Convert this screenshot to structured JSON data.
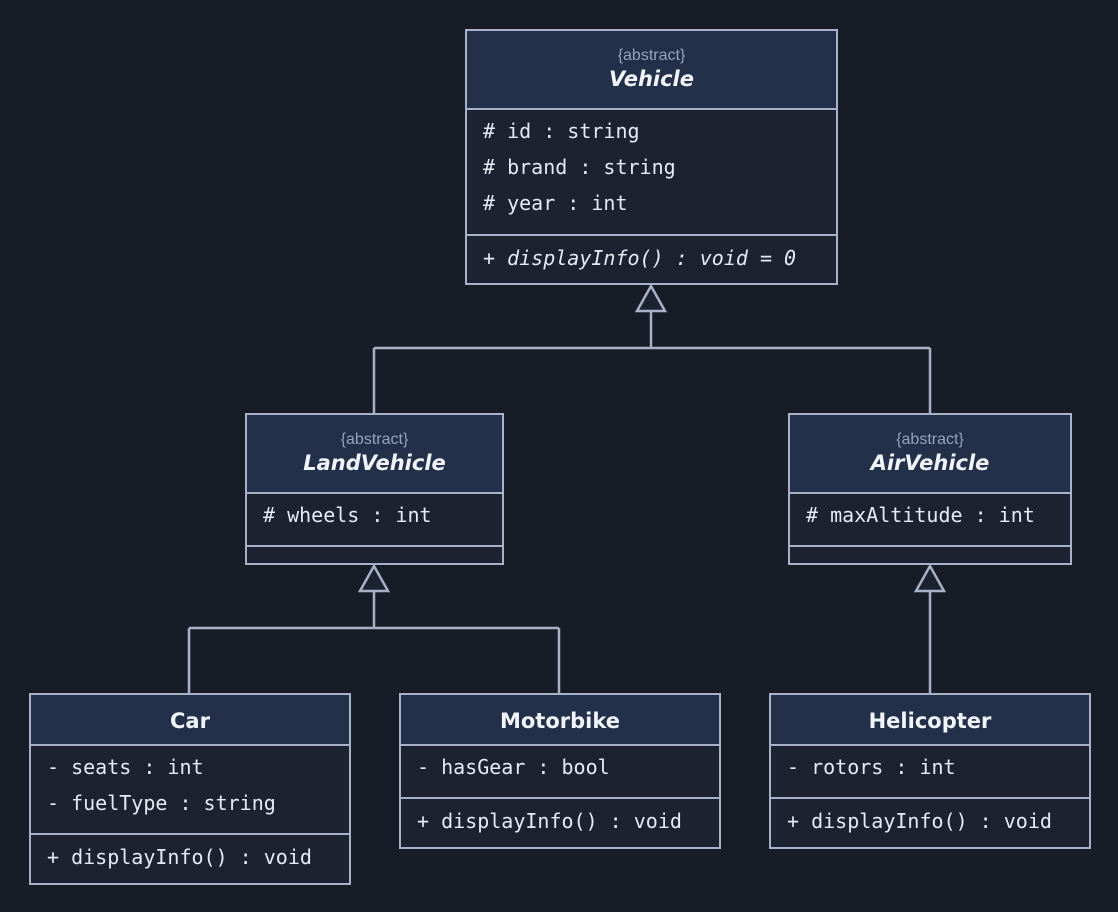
{
  "diagram": {
    "colors": {
      "background": "#181c26",
      "header_fill": "#233049",
      "body_fill": "#1d2231",
      "border": "#a7b1c7",
      "stereotype_text": "#97a2bb",
      "text": "#e8ecf4"
    },
    "relationship": "generalization",
    "classes": {
      "vehicle": {
        "stereotype": "{abstract}",
        "name": "Vehicle",
        "abstract": true,
        "attributes": [
          "# id : string",
          "# brand : string",
          "# year : int"
        ],
        "operations": [
          "+ displayInfo() : void = 0"
        ]
      },
      "land_vehicle": {
        "stereotype": "{abstract}",
        "name": "LandVehicle",
        "abstract": true,
        "attributes": [
          "# wheels : int"
        ],
        "operations": []
      },
      "air_vehicle": {
        "stereotype": "{abstract}",
        "name": "AirVehicle",
        "abstract": true,
        "attributes": [
          "# maxAltitude : int"
        ],
        "operations": []
      },
      "car": {
        "name": "Car",
        "abstract": false,
        "attributes": [
          "- seats : int",
          "- fuelType : string"
        ],
        "operations": [
          "+ displayInfo() : void"
        ]
      },
      "motorbike": {
        "name": "Motorbike",
        "abstract": false,
        "attributes": [
          "- hasGear : bool"
        ],
        "operations": [
          "+ displayInfo() : void"
        ]
      },
      "helicopter": {
        "name": "Helicopter",
        "abstract": false,
        "attributes": [
          "- rotors : int"
        ],
        "operations": [
          "+ displayInfo() : void"
        ]
      }
    },
    "inheritance": [
      {
        "child": "LandVehicle",
        "parent": "Vehicle"
      },
      {
        "child": "AirVehicle",
        "parent": "Vehicle"
      },
      {
        "child": "Car",
        "parent": "LandVehicle"
      },
      {
        "child": "Motorbike",
        "parent": "LandVehicle"
      },
      {
        "child": "Helicopter",
        "parent": "AirVehicle"
      }
    ]
  }
}
